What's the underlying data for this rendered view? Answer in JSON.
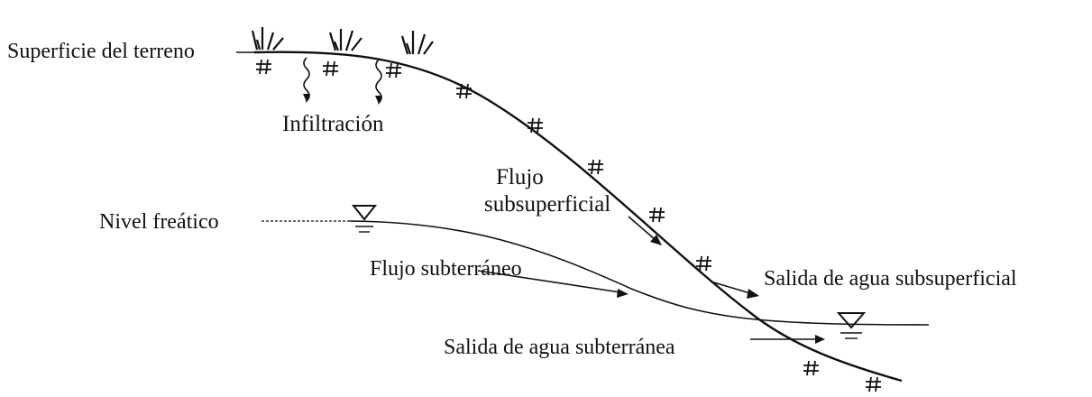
{
  "labels": {
    "surface": "Superficie del terreno",
    "infiltration": "Infiltración",
    "subsurface_flow_1": "Flujo",
    "subsurface_flow_2": "subsuperficial",
    "water_table": "Nivel freático",
    "groundwater_flow": "Flujo subterráneo",
    "subsurface_outflow": "Salida de agua subsuperficial",
    "groundwater_outflow": "Salida de agua subterránea"
  },
  "colors": {
    "ink": "#111111",
    "background": "#ffffff"
  }
}
